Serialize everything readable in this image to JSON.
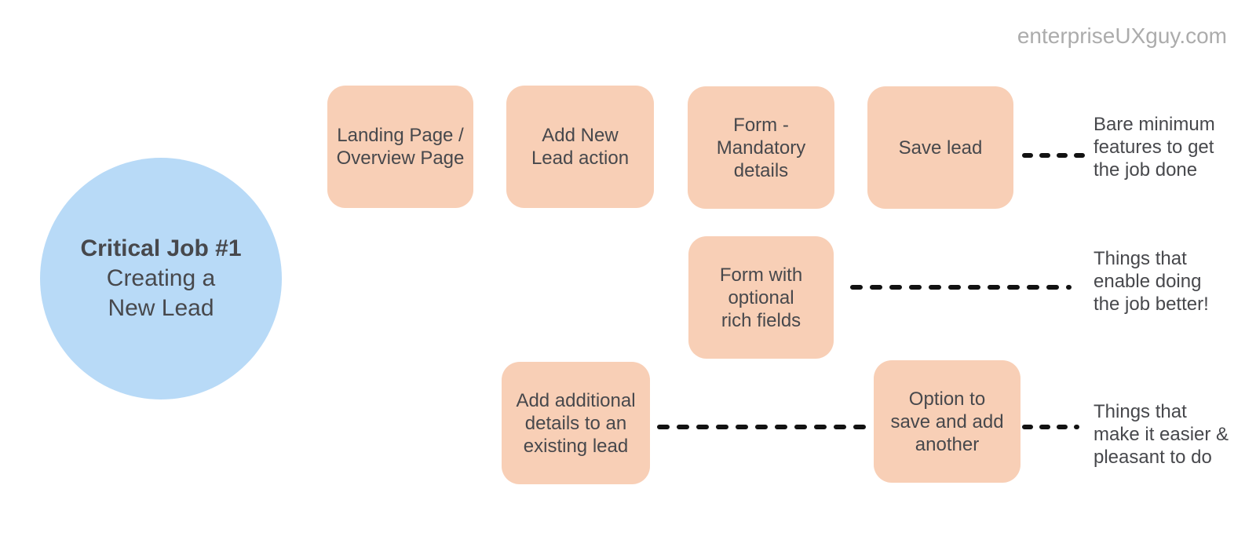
{
  "page": {
    "watermark": "enterpriseUXguy.com"
  },
  "job_circle": {
    "title": "Critical Job #1",
    "subtitle": "Creating a\nNew Lead"
  },
  "cards": [
    {
      "id": "landing-page",
      "label": "Landing Page /\nOverview Page"
    },
    {
      "id": "add-new-lead",
      "label": "Add New\nLead action"
    },
    {
      "id": "form-mandatory",
      "label": "Form -\nMandatory\ndetails"
    },
    {
      "id": "save-lead",
      "label": "Save lead"
    },
    {
      "id": "form-optional",
      "label": "Form with\noptional\nrich fields"
    },
    {
      "id": "add-additional",
      "label": "Add additional\ndetails to an\nexisting lead"
    },
    {
      "id": "save-add-another",
      "label": "Option to\nsave and add\nanother"
    }
  ],
  "annotations": [
    {
      "id": "bare-minimum",
      "label": "Bare minimum\nfeatures to get\nthe job done"
    },
    {
      "id": "enable-better",
      "label": "Things that\nenable doing\nthe job better!"
    },
    {
      "id": "easier-pleasant",
      "label": "Things that\nmake it easier &\npleasant to do"
    }
  ],
  "colors": {
    "background": "#FFFFFF",
    "card_fill": "#F8CFB6",
    "circle_fill": "#B8DAF7",
    "text_color": "#47484C",
    "watermark_color": "#ACACAC",
    "dash_color": "#121212"
  }
}
